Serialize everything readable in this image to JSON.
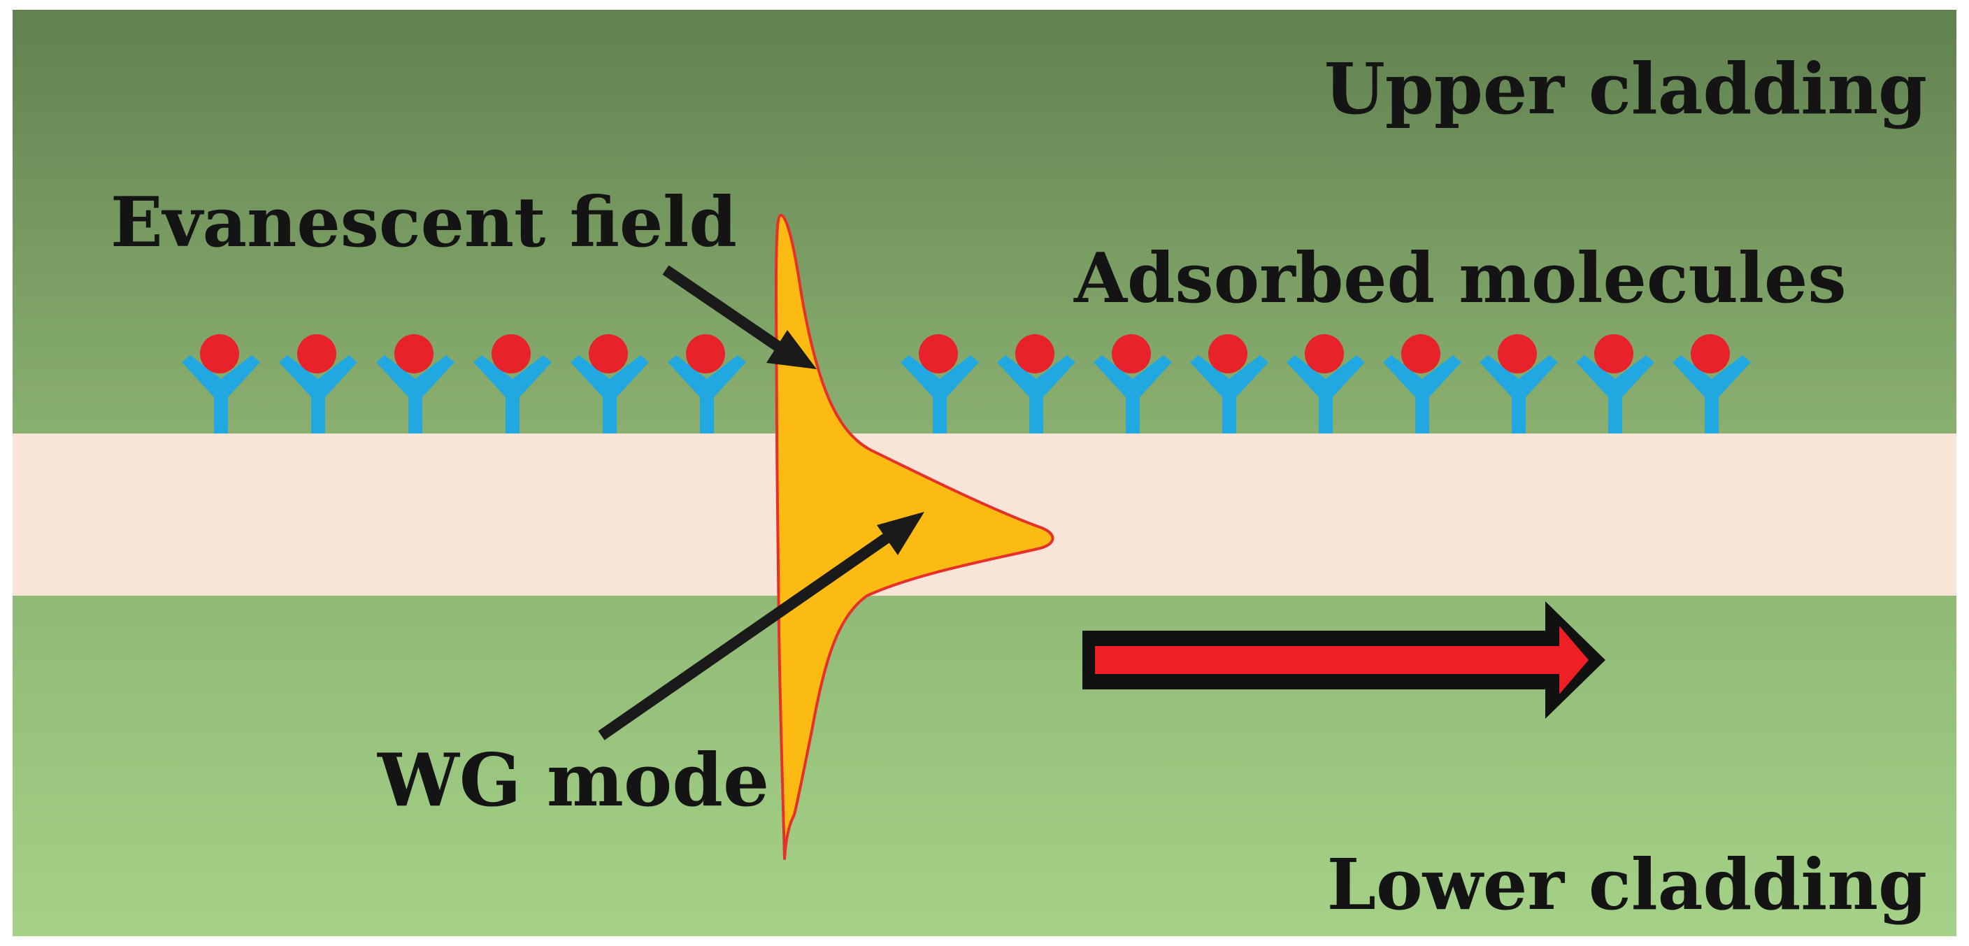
{
  "labels": {
    "upper_cladding": "Upper cladding",
    "lower_cladding": "Lower cladding",
    "evanescent_field": "Evanescent field",
    "adsorbed_molecules": "Adsorbed molecules",
    "wg_mode": "WG mode"
  },
  "molecules": {
    "left_group_count": 6,
    "right_group_count": 9
  },
  "colors": {
    "upper_cladding_top": "#618150",
    "upper_cladding_bottom": "#8ab070",
    "core": "#f9e5d8",
    "lower_cladding_top": "#90ba75",
    "lower_cladding_bottom": "#a5d188",
    "mode_fill": "#fcbb12",
    "mode_outline": "#e8302a",
    "molecule_head": "#e8222a",
    "molecule_receptor": "#22a8e0",
    "propagation_arrow_fill": "#ee2026",
    "propagation_arrow_outline": "#111111",
    "pointer_arrow": "#1a1a1a",
    "text": "#141414"
  },
  "icons": {
    "molecule": "antibody-y-icon",
    "propagation": "right-arrow-icon"
  }
}
